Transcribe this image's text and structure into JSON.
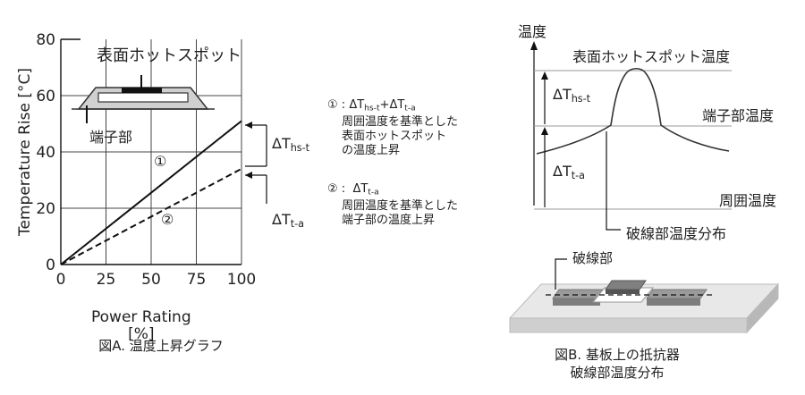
{
  "figure_a": {
    "caption": "図A. 温度上昇グラフ",
    "inset_title": "表面ホットスポット",
    "inset_terminal": "端子部",
    "curve_labels": [
      "①",
      "②"
    ],
    "delta_hs": {
      "main": "ΔT",
      "sub": "hs-t"
    },
    "delta_ta": {
      "main": "ΔT",
      "sub": "t-a"
    }
  },
  "chart_data": {
    "type": "line",
    "title": "",
    "xlabel": "Power Rating [%]",
    "ylabel": "Temperature Rise [°C]",
    "xlim": [
      0,
      100
    ],
    "ylim": [
      0,
      80
    ],
    "xticks": [
      0,
      25,
      50,
      75,
      100
    ],
    "yticks": [
      0,
      20,
      40,
      60,
      80
    ],
    "grid": true,
    "series": [
      {
        "name": "①",
        "style": "solid",
        "x": [
          0,
          100
        ],
        "y": [
          0,
          51
        ]
      },
      {
        "name": "②",
        "style": "dashed",
        "x": [
          0,
          100
        ],
        "y": [
          0,
          34
        ]
      }
    ]
  },
  "notes": {
    "n1": {
      "num": "①",
      "sep": ":",
      "d1": "ΔT",
      "s1": "hs-t",
      "plus": "+",
      "d2": "ΔT",
      "s2": "t-a",
      "l1": "周囲温度を基準とした",
      "l2": "表面ホットスポット",
      "l3": "の温度上昇"
    },
    "n2": {
      "num": "②",
      "sep": ":",
      "d1": "ΔT",
      "s1": "t-a",
      "l1": "周囲温度を基準とした",
      "l2": "端子部の温度上昇"
    }
  },
  "figure_b": {
    "axis_label": "温度",
    "hotspot_temp": "表面ホットスポット温度",
    "terminal_temp": "端子部温度",
    "ambient_temp": "周囲温度",
    "distribution": "破線部温度分布",
    "delta_hs": {
      "main": "ΔT",
      "sub": "hs-t"
    },
    "delta_ta": {
      "main": "ΔT",
      "sub": "t-a"
    },
    "broken_part": "破線部",
    "caption_line1": "図B. 基板上の抵抗器",
    "caption_line2": "破線部温度分布"
  }
}
